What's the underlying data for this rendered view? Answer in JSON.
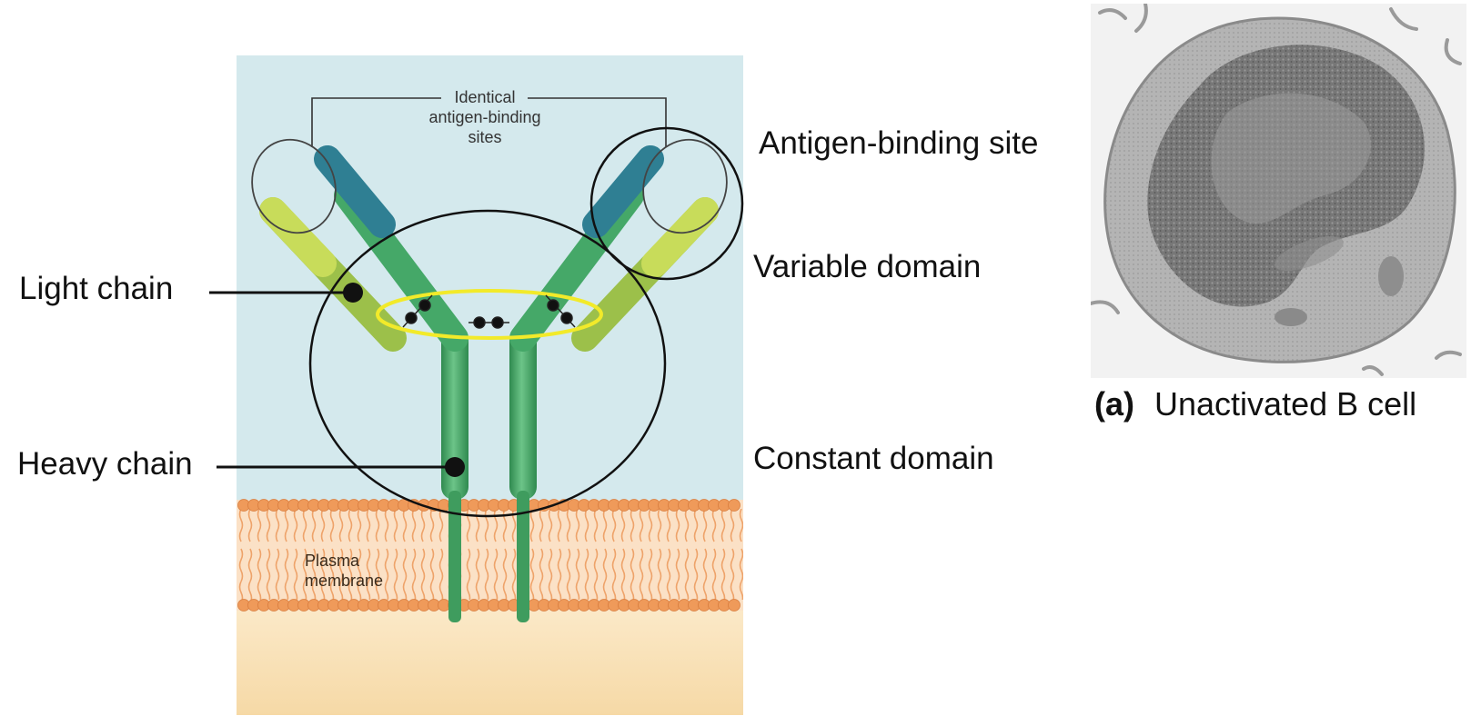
{
  "labels": {
    "identical_sites": [
      "Identical",
      "antigen-binding",
      "sites"
    ],
    "plasma_membrane": [
      "Plasma",
      "membrane"
    ],
    "light_chain": "Light chain",
    "heavy_chain": "Heavy chain",
    "antigen_binding_site": "Antigen-binding site",
    "variable_domain": "Variable domain",
    "constant_domain": "Constant domain"
  },
  "caption": {
    "letter": "(a)",
    "text": "Unactivated B cell"
  },
  "colors": {
    "extracellular": "#d3e8ec",
    "cytoplasm": "#f9e6c2",
    "lipid_head": "#ef9a5a",
    "lipid_tail": "#f2b07a",
    "heavy_chain": "#3fa366",
    "light_chain": "#b7cf4e",
    "variable_heavy": "#2e7d8f",
    "disulfide_ring": "#f5ef3a"
  }
}
